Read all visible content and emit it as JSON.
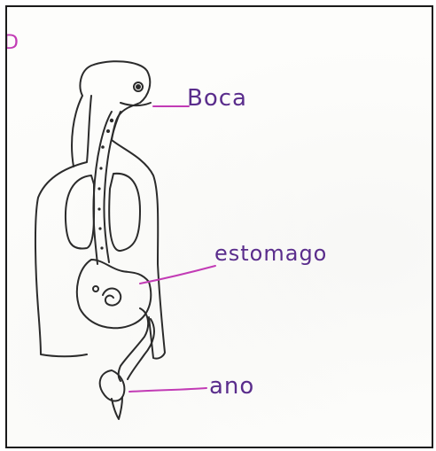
{
  "labels": {
    "corner": "D",
    "mouth": "Boca",
    "stomach": "estomago",
    "anus": "ano"
  },
  "colors": {
    "ink": "#2b2b2b",
    "label_ink": "#5a2d8c",
    "pointer": "#c23bb5"
  }
}
